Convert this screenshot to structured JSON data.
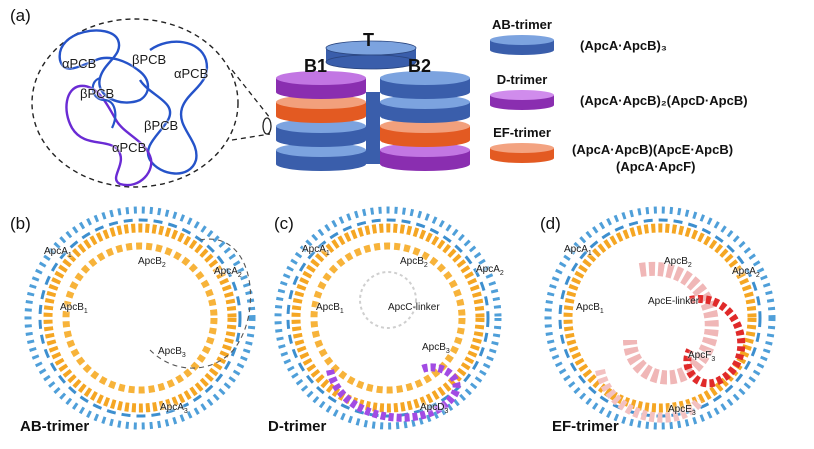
{
  "panels": {
    "a": {
      "tag": "(a)",
      "schematic_labels": [
        "αPCB",
        "βPCB",
        "αPCB",
        "βPCB",
        "βPCB",
        "αPCB"
      ],
      "stack_labels": {
        "top": "T",
        "left": "B1",
        "right": "B2"
      },
      "legend": [
        {
          "title": "AB-trimer",
          "formula": "(ApcA·ApcB)₃",
          "color": "#3a5eab"
        },
        {
          "title": "D-trimer",
          "formula": "(ApcA·ApcB)₂(ApcD·ApcB)",
          "color": "#a640c9"
        },
        {
          "title": "EF-trimer",
          "formula_line1": "(ApcA·ApcB)(ApcE·ApcB)",
          "formula_line2": "(ApcA·ApcF)",
          "color": "#e35a22"
        }
      ]
    },
    "b": {
      "tag": "(b)",
      "name": "AB-trimer",
      "labels": {
        "a1": "ApcA",
        "a1s": "1",
        "b2": "ApcB",
        "b2s": "2",
        "a2": "ApcA",
        "a2s": "2",
        "b1": "ApcB",
        "b1s": "1",
        "b3": "ApcB",
        "b3s": "3",
        "a3": "ApcA",
        "a3s": "3"
      }
    },
    "c": {
      "tag": "(c)",
      "name": "D-trimer",
      "labels": {
        "a1": "ApcA",
        "a1s": "1",
        "b2": "ApcB",
        "b2s": "2",
        "a2": "ApcA",
        "a2s": "2",
        "b1": "ApcB",
        "b1s": "1",
        "linker": "ApcC-linker",
        "b3": "ApcB",
        "b3s": "3",
        "d3": "ApcD",
        "d3s": "3"
      }
    },
    "d": {
      "tag": "(d)",
      "name": "EF-trimer",
      "labels": {
        "a1": "ApcA",
        "a1s": "1",
        "b2": "ApcB",
        "b2s": "2",
        "a2": "ApcA",
        "a2s": "2",
        "b1": "ApcB",
        "b1s": "1",
        "linker": "ApcE-linker",
        "f3": "ApcF",
        "f3s": "3",
        "e3": "ApcE",
        "e3s": "3"
      }
    }
  }
}
